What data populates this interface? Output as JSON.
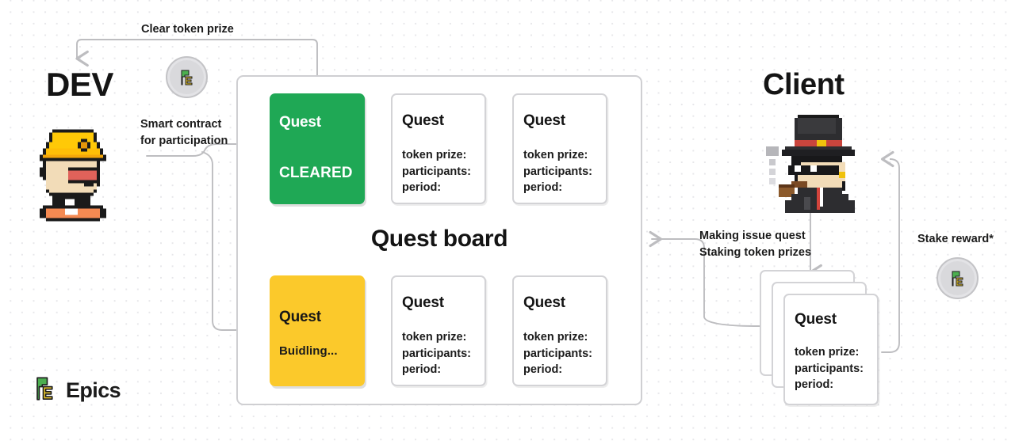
{
  "diagram": {
    "title": "Epics quest board flow",
    "background": "#ffffff",
    "dot_color": "#e7e7ea"
  },
  "actors": {
    "dev": {
      "title": "DEV",
      "avatar_icon": "pixel-worker-avatar"
    },
    "client": {
      "title": "Client",
      "avatar_icon": "pixel-gentleman-avatar"
    }
  },
  "edges": [
    {
      "id": "clear-token-prize",
      "label": "Clear token prize"
    },
    {
      "id": "smart-contract",
      "label": "Smart contract\nfor participation"
    },
    {
      "id": "making-issue-quest",
      "label": "Making issue quest\nStaking token prizes"
    },
    {
      "id": "stake-reward",
      "label": "Stake reward*"
    }
  ],
  "board": {
    "title": "Quest board",
    "cards": [
      {
        "id": "quest-cleared",
        "title": "Quest",
        "status": "CLEARED",
        "style": "green",
        "details": null
      },
      {
        "id": "quest-top-2",
        "title": "Quest",
        "status": null,
        "style": "plain",
        "details": "token prize:\nparticipants:\nperiod:"
      },
      {
        "id": "quest-top-3",
        "title": "Quest",
        "status": null,
        "style": "plain",
        "details": "token prize:\nparticipants:\nperiod:"
      },
      {
        "id": "quest-building",
        "title": "Quest",
        "status": "Buidling...",
        "style": "yellow",
        "details": null
      },
      {
        "id": "quest-bot-2",
        "title": "Quest",
        "status": null,
        "style": "plain",
        "details": "token prize:\nparticipants:\nperiod:"
      },
      {
        "id": "quest-bot-3",
        "title": "Quest",
        "status": null,
        "style": "plain",
        "details": "token prize:\nparticipants:\nperiod:"
      }
    ]
  },
  "client_stack": {
    "front_card": {
      "title": "Quest",
      "details": "token prize:\nparticipants:\nperiod:"
    },
    "card_count": 3
  },
  "tokens": [
    {
      "id": "token-coin-dev",
      "icon": "epics-coin-icon"
    },
    {
      "id": "token-coin-client",
      "icon": "epics-coin-icon"
    }
  ],
  "brand": {
    "name": "Epics",
    "logo_icon": "epics-logo-icon"
  },
  "colors": {
    "green": "#1fa855",
    "yellow": "#fbc92b",
    "card_border": "#d3d3d6",
    "wire": "#bdbdc0",
    "text": "#1b1b1b",
    "logo_green": "#4caf50",
    "logo_yellow": "#e8c52a"
  }
}
